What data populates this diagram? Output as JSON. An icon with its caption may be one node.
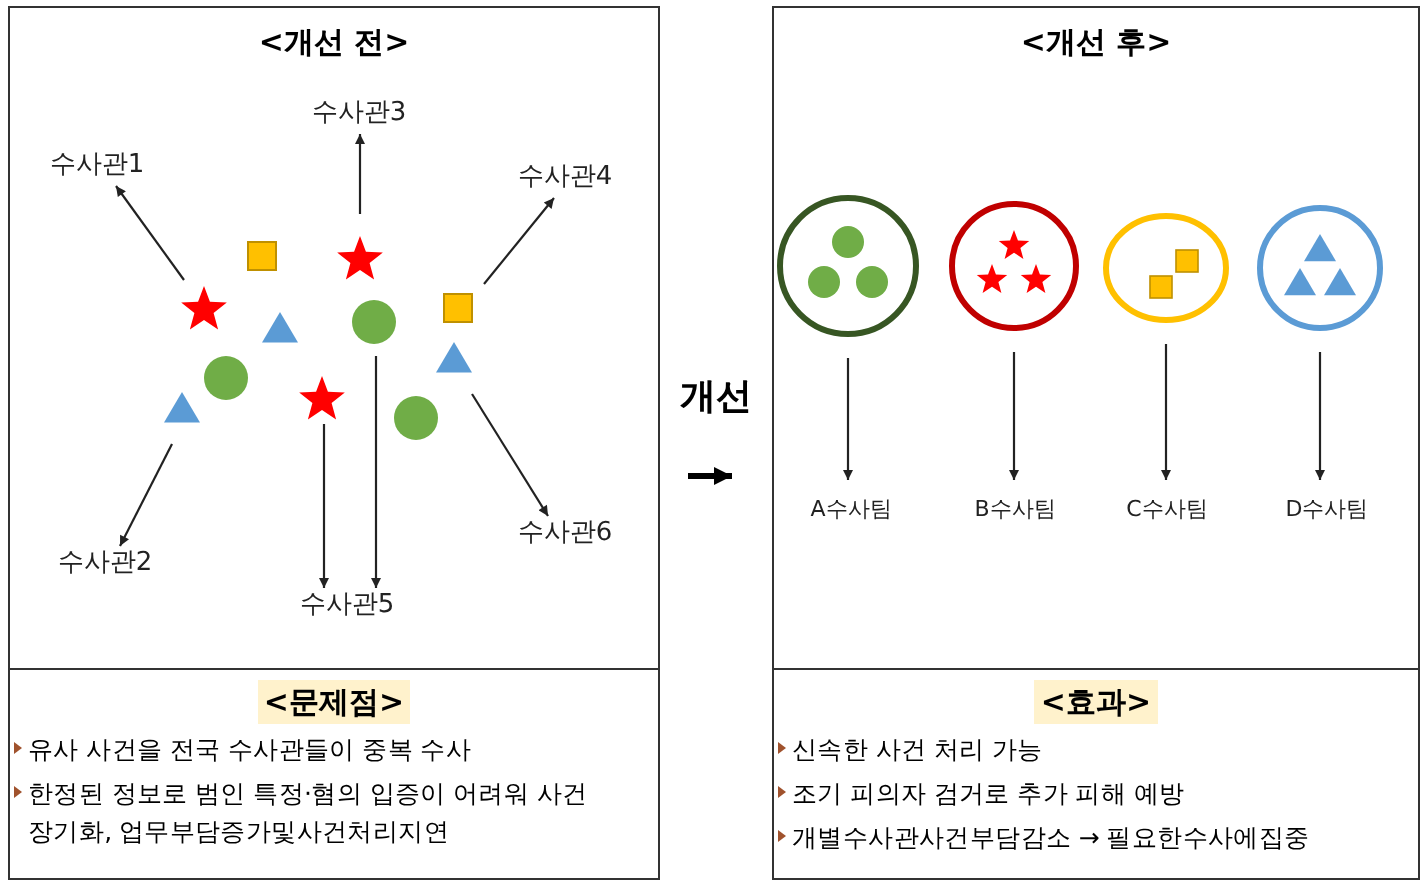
{
  "diagram": {
    "nodes": [
      {
        "text": [
          "<개선 전>"
        ]
      },
      {
        "text": [
          "수사관1"
        ],
        "in": 0
      },
      {
        "text": [
          "수사관2"
        ],
        "in": 0
      },
      {
        "text": [
          "수사관3"
        ],
        "in": 0
      },
      {
        "text": [
          "수사관4"
        ],
        "in": 0
      },
      {
        "text": [
          "수사관5"
        ],
        "in": 0
      },
      {
        "text": [
          "수사관6"
        ],
        "in": 0
      },
      {
        "text": [
          "<개선 후>"
        ]
      },
      {
        "text": [],
        "shape": "circle",
        "in": 7
      },
      {
        "text": [],
        "shape": "circle",
        "in": 7
      },
      {
        "text": [],
        "shape": "circle",
        "in": 7
      },
      {
        "text": [],
        "shape": "circle",
        "in": 7
      },
      {
        "text": [
          "A수사팀"
        ],
        "in": 7
      },
      {
        "text": [
          "B수사팀"
        ],
        "in": 7
      },
      {
        "text": [
          "C수사팀"
        ],
        "in": 7
      },
      {
        "text": [
          "D수사팀"
        ],
        "in": 7
      },
      {
        "text": [
          "<문제점>",
          "유사 사건을 전국 수사관들이 중복 수사",
          "한정된 정보로 범인 특정·혐의 입증이 어려워 사건 장기화, 업무부담증가및사건처리지연"
        ]
      },
      {
        "text": [
          "<효과>",
          "신속한 사건 처리 가능",
          "조기 피의자 검거로 추가 피해 예방",
          "개별수사관사건부담감소 → 필요한수사에집중"
        ]
      },
      {
        "text": [],
        "shape": "picture",
        "in": 0
      }
    ],
    "edges": [
      {
        "from": 18,
        "to": 1,
        "arrow": "to"
      },
      {
        "from": 18,
        "to": 2,
        "arrow": "to"
      },
      {
        "from": 18,
        "to": 3,
        "arrow": "to"
      },
      {
        "from": 18,
        "to": 4,
        "arrow": "to"
      },
      {
        "from": 18,
        "to": 5,
        "arrow": "to"
      },
      {
        "from": 18,
        "to": 5,
        "arrow": "to"
      },
      {
        "from": 18,
        "to": 6,
        "arrow": "to"
      },
      {
        "from": 8,
        "to": 12,
        "arrow": "to"
      },
      {
        "from": 9,
        "to": 13,
        "arrow": "to"
      },
      {
        "from": 10,
        "to": 14,
        "arrow": "to"
      },
      {
        "from": 11,
        "to": 15,
        "arrow": "to"
      },
      {
        "from": 0,
        "to": 7,
        "arrow": "to",
        "label": "개선",
        "style": "thick"
      }
    ]
  }
}
